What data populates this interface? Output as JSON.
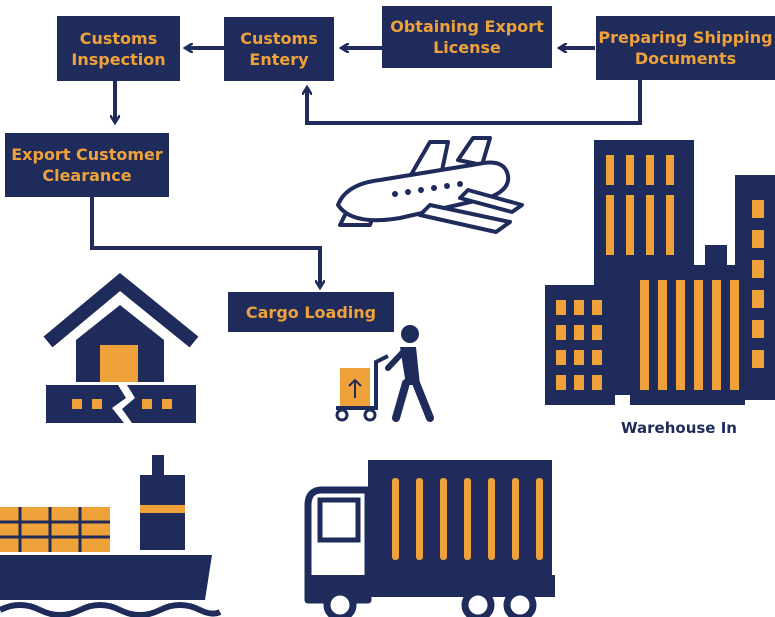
{
  "colors": {
    "navy": "#1f2b5a",
    "orange": "#f0a23a",
    "background": "#ffffff"
  },
  "steps": [
    {
      "id": "preparing",
      "lines": [
        "Preparing Shipping",
        "Documents"
      ]
    },
    {
      "id": "export-license",
      "lines": [
        "Obtaining Export",
        "License"
      ]
    },
    {
      "id": "customs-entry",
      "lines": [
        "Customs",
        "Entery"
      ]
    },
    {
      "id": "customs-inspection",
      "lines": [
        "Customs",
        "Inspection"
      ]
    },
    {
      "id": "export-clearance",
      "lines": [
        "Export Customer",
        "Clearance"
      ]
    },
    {
      "id": "cargo-loading",
      "lines": [
        "Cargo Loading"
      ]
    }
  ],
  "captions": {
    "warehouse": "Warehouse In"
  },
  "icons": [
    "airplane-icon",
    "warehouse-buildings-icon",
    "damaged-house-icon",
    "worker-hand-truck-icon",
    "cargo-ship-icon",
    "delivery-truck-icon"
  ]
}
